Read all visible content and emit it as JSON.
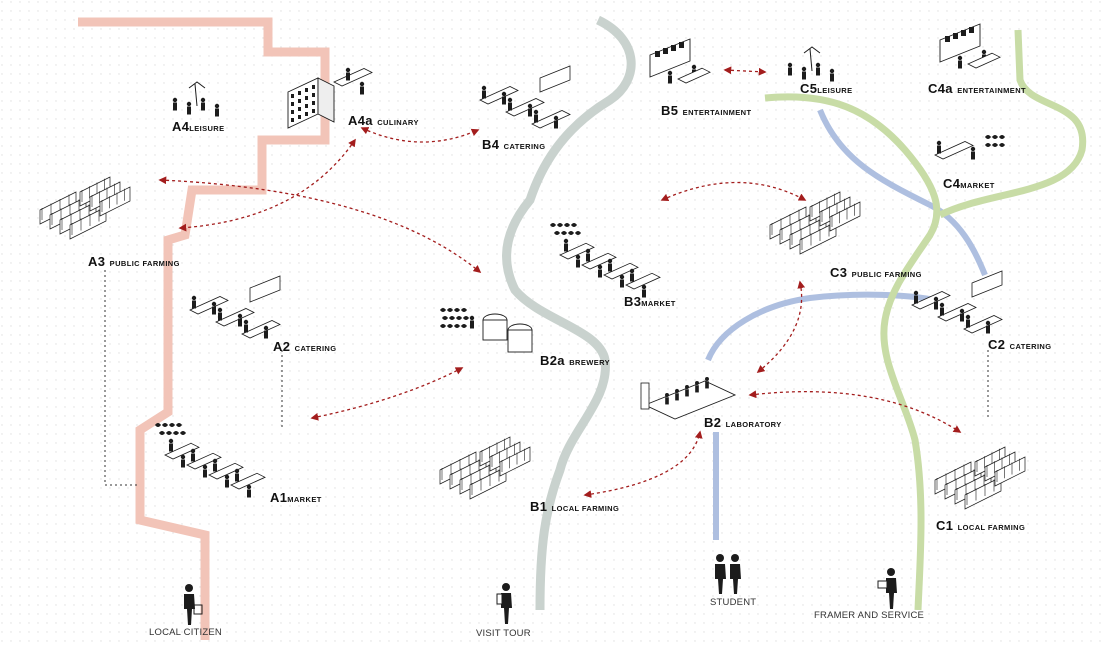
{
  "colors": {
    "citizen_path": "#f2c4b8",
    "tour_path": "#c9d2ce",
    "student_path": "#aebfe0",
    "farmer_path": "#c8dca6",
    "connector": "#a31d1d",
    "ink": "#1c1c1c",
    "grid_dot": "#dcdcdc"
  },
  "actors": {
    "local_citizen": "LOCAL CITIZEN",
    "visit_tour": "VISIT TOUR",
    "student": "STUDENT",
    "farmer": "FRAMER AND SERVICE"
  },
  "nodes": {
    "a1": {
      "code": "A1",
      "name": "MARKET"
    },
    "a2": {
      "code": "A2",
      "name": "CATERING"
    },
    "a3": {
      "code": "A3",
      "name": "PUBLIC FARMING"
    },
    "a4": {
      "code": "A4",
      "name": "LEISURE"
    },
    "a4a": {
      "code": "A4a",
      "name": "CULINARY"
    },
    "b1": {
      "code": "B1",
      "name": "LOCAL FARMING"
    },
    "b2": {
      "code": "B2",
      "name": "LABORATORY"
    },
    "b2a": {
      "code": "B2a",
      "name": "BREWERY"
    },
    "b3": {
      "code": "B3",
      "name": "MARKET"
    },
    "b4": {
      "code": "B4",
      "name": "CATERING"
    },
    "b5": {
      "code": "B5",
      "name": "ENTERTAINMENT"
    },
    "c1": {
      "code": "C1",
      "name": "LOCAL FARMING"
    },
    "c2": {
      "code": "C2",
      "name": "CATERING"
    },
    "c3": {
      "code": "C3",
      "name": "PUBLIC FARMING"
    },
    "c4": {
      "code": "C4",
      "name": "MARKET"
    },
    "c4a": {
      "code": "C4a",
      "name": "ENTERTAINMENT"
    },
    "c5": {
      "code": "C5",
      "name": "LEISURE"
    }
  },
  "icons": {
    "market": "market-stalls-icon",
    "catering": "catering-tables-icon",
    "farming": "greenhouse-racks-icon",
    "leisure": "leisure-group-icon",
    "culinary": "culinary-building-icon",
    "brewery": "brewery-tanks-icon",
    "laboratory": "laboratory-bench-icon",
    "entertainment": "entertainment-screen-icon",
    "person": "person-figure-icon"
  }
}
